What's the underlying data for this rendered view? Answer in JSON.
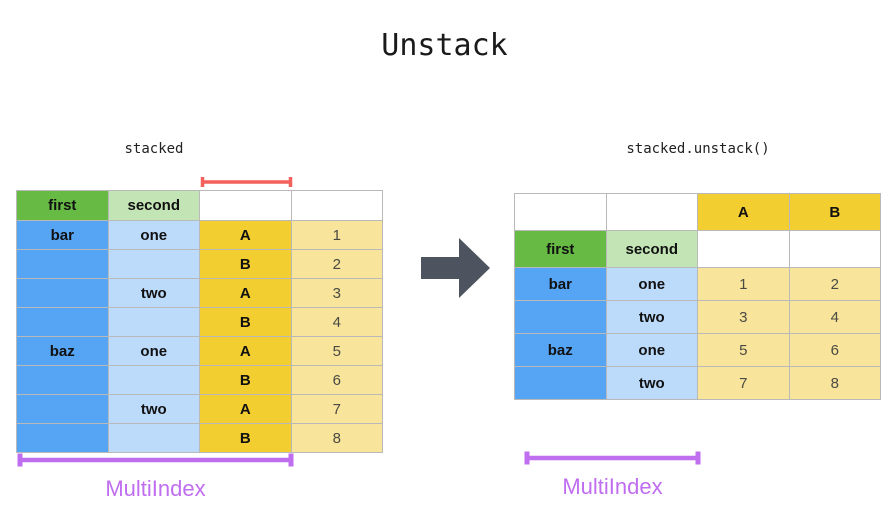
{
  "title": "Unstack",
  "arrow": {
    "icon": "right-arrow-icon",
    "color": "#4e545f"
  },
  "left_panel": {
    "caption": "stacked",
    "red_bracket": {
      "icon": "red-span-bracket-icon",
      "color": "#f4605c"
    },
    "multiindex": {
      "label": "MultiIndex",
      "color": "#c06ef0"
    },
    "table": {
      "header": [
        "first",
        "second",
        "",
        ""
      ],
      "rows": [
        [
          "bar",
          "one",
          "A",
          "1"
        ],
        [
          "",
          "",
          "B",
          "2"
        ],
        [
          "",
          "two",
          "A",
          "3"
        ],
        [
          "",
          "",
          "B",
          "4"
        ],
        [
          "baz",
          "one",
          "A",
          "5"
        ],
        [
          "",
          "",
          "B",
          "6"
        ],
        [
          "",
          "two",
          "A",
          "7"
        ],
        [
          "",
          "",
          "B",
          "8"
        ]
      ]
    }
  },
  "right_panel": {
    "caption": "stacked.unstack()",
    "multiindex": {
      "label": "MultiIndex",
      "color": "#c06ef0"
    },
    "table": {
      "col_header": [
        "",
        "",
        "A",
        "B"
      ],
      "index_header": [
        "first",
        "second",
        "",
        ""
      ],
      "rows": [
        [
          "bar",
          "one",
          "1",
          "2"
        ],
        [
          "",
          "two",
          "3",
          "4"
        ],
        [
          "baz",
          "one",
          "5",
          "6"
        ],
        [
          "",
          "two",
          "7",
          "8"
        ]
      ]
    }
  },
  "colors": {
    "green": "#67bb45",
    "light_green": "#c3e5b6",
    "blue": "#56a5f5",
    "light_blue": "#bcdbfb",
    "gold": "#f2ce30",
    "light_yellow": "#f8e49a",
    "arrow": "#4e545f",
    "purple": "#c06ef0",
    "red": "#f4605c"
  }
}
